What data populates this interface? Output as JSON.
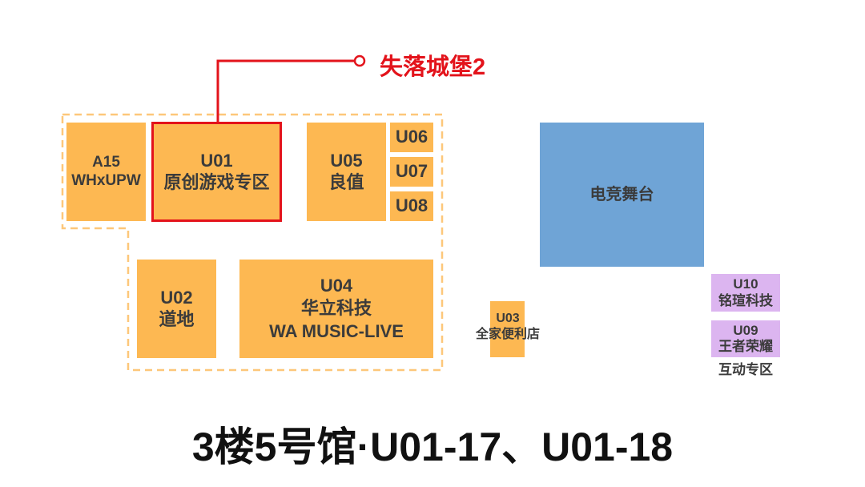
{
  "callout": {
    "label": "失落城堡2"
  },
  "booths": {
    "a15": {
      "code": "A15",
      "name": "WHxUPW"
    },
    "u01": {
      "code": "U01",
      "name": "原创游戏专区"
    },
    "u05": {
      "code": "U05",
      "name": "良值"
    },
    "u06": {
      "code": "U06"
    },
    "u07": {
      "code": "U07"
    },
    "u08": {
      "code": "U08"
    },
    "u02": {
      "code": "U02",
      "name": "道地"
    },
    "u04": {
      "code": "U04",
      "name": "华立科技",
      "name2": "WA MUSIC-LIVE"
    },
    "u03": {
      "code": "U03",
      "name": "全家便利店"
    },
    "u10": {
      "code": "U10",
      "name": "铭瑄科技"
    },
    "u09": {
      "code": "U09",
      "name": "王者荣耀",
      "note": "互动专区"
    },
    "stage": {
      "name": "电竞舞台"
    }
  },
  "footer": {
    "title": "3楼5号馆·U01-17、U01-18"
  },
  "colors": {
    "booth": "#FDB852",
    "stage": "#6FA4D6",
    "partner": "#DCB5F0",
    "highlight": "#E3131B"
  }
}
